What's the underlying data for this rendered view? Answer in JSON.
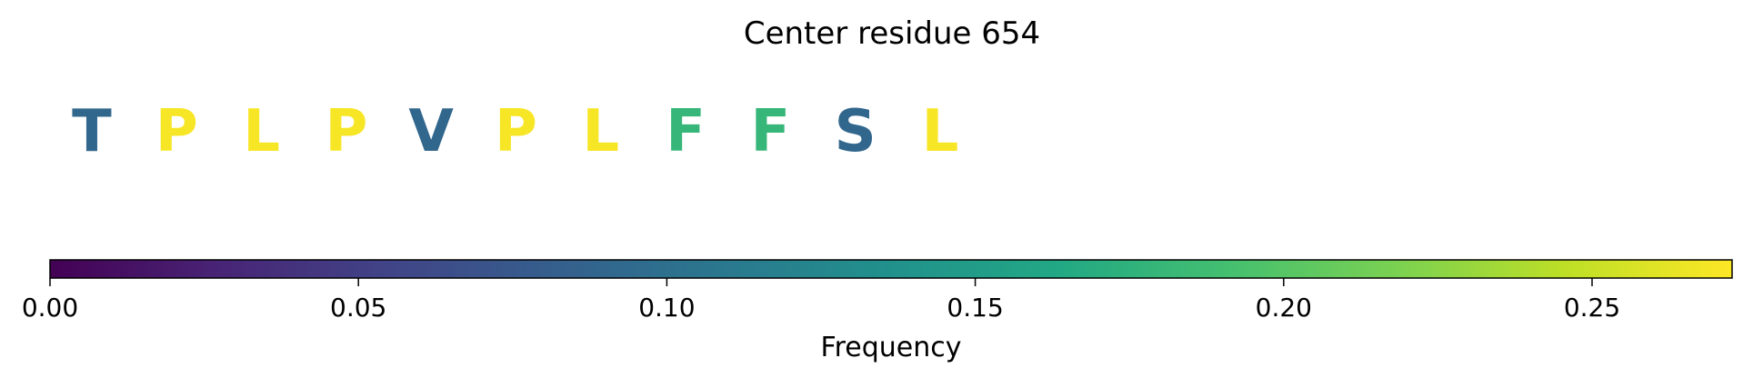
{
  "chart_data": {
    "type": "heatmap",
    "title": "Center residue 654",
    "residues": [
      {
        "letter": "T",
        "frequency": 0.09
      },
      {
        "letter": "P",
        "frequency": 0.27
      },
      {
        "letter": "L",
        "frequency": 0.27
      },
      {
        "letter": "P",
        "frequency": 0.27
      },
      {
        "letter": "V",
        "frequency": 0.09
      },
      {
        "letter": "P",
        "frequency": 0.27
      },
      {
        "letter": "L",
        "frequency": 0.27
      },
      {
        "letter": "F",
        "frequency": 0.18
      },
      {
        "letter": "F",
        "frequency": 0.18
      },
      {
        "letter": "S",
        "frequency": 0.09
      },
      {
        "letter": "L",
        "frequency": 0.27
      }
    ],
    "colorbar": {
      "colormap": "viridis",
      "vmin": 0.0,
      "vmax": 0.2727,
      "ticks": [
        0.0,
        0.05,
        0.1,
        0.15,
        0.2,
        0.25
      ],
      "tick_labels": [
        "0.00",
        "0.05",
        "0.10",
        "0.15",
        "0.20",
        "0.25"
      ],
      "label": "Frequency",
      "orientation": "horizontal"
    }
  }
}
